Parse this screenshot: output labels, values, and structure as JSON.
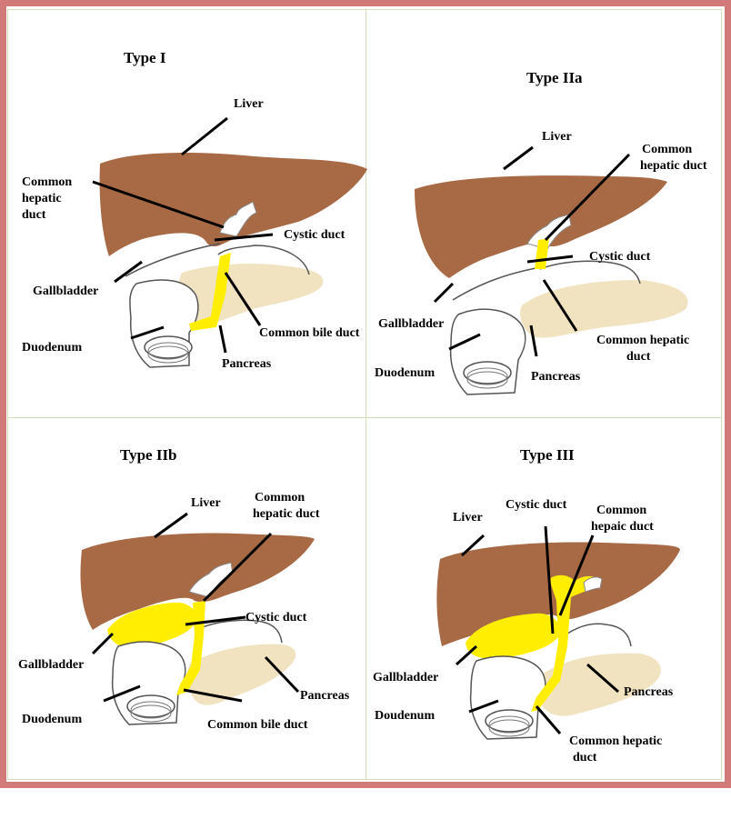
{
  "colors": {
    "frame": "#d27a7a",
    "liver": "#a86a45",
    "duct": "#ffee00",
    "pancreas": "#f1e3c0",
    "divider": "#cfe0b8"
  },
  "panels": [
    {
      "title": "Type I",
      "labels": {
        "liver": "Liver",
        "common_hepatic_duct_1": "Common",
        "common_hepatic_duct_2": "hepatic",
        "common_hepatic_duct_3": "duct",
        "cystic_duct": "Cystic duct",
        "gallbladder": "Gallbladder",
        "common_bile_duct": "Common bile duct",
        "duodenum": "Duodenum",
        "pancreas": "Pancreas"
      }
    },
    {
      "title": "Type IIa",
      "labels": {
        "liver": "Liver",
        "common_hepatic_duct_1": "Common",
        "common_hepatic_duct_2": "hepatic duct",
        "cystic_duct": "Cystic duct",
        "gallbladder": "Gallbladder",
        "common_hepatic_duct_b1": "Common hepatic",
        "common_hepatic_duct_b2": "duct",
        "duodenum": "Duodenum",
        "pancreas": "Pancreas"
      }
    },
    {
      "title": "Type IIb",
      "labels": {
        "liver": "Liver",
        "common_hepatic_duct_1": "Common",
        "common_hepatic_duct_2": "hepatic duct",
        "cystic_duct": "Cystic duct",
        "gallbladder": "Gallbladder",
        "pancreas": "Pancreas",
        "duodenum": "Duodenum",
        "common_bile_duct": "Common bile duct"
      }
    },
    {
      "title": "Type III",
      "labels": {
        "liver": "Liver",
        "cystic_duct": "Cystic duct",
        "common_hepaic_duct_1": "Common",
        "common_hepaic_duct_2": "hepaic duct",
        "gallbladder": "Gallbladder",
        "pancreas": "Pancreas",
        "doudenum": "Doudenum",
        "common_hepatic_duct_1": "Common hepatic",
        "common_hepatic_duct_2": "duct"
      }
    }
  ]
}
